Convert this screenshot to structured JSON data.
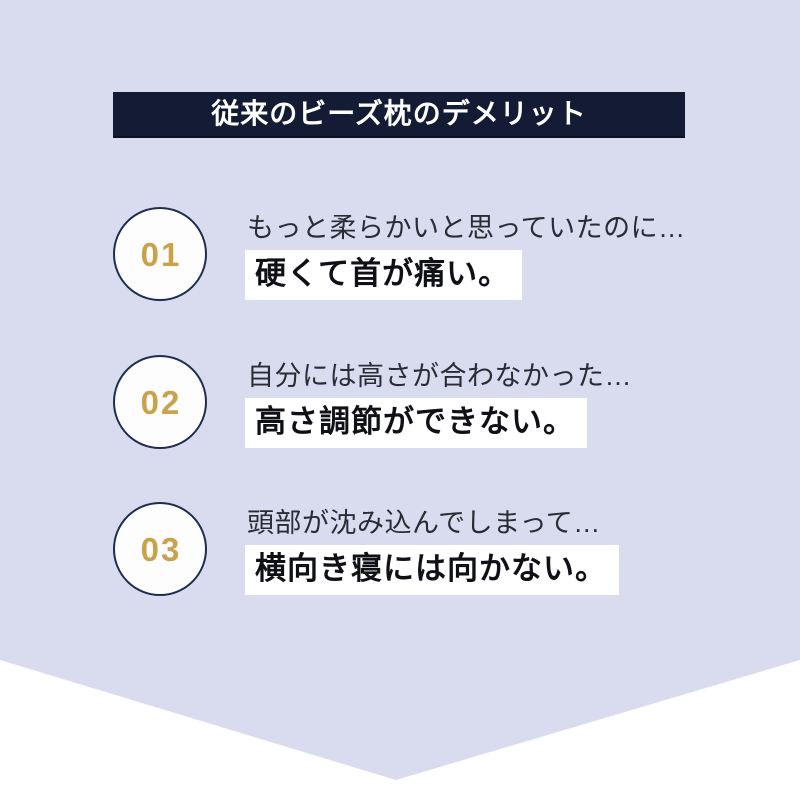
{
  "colors": {
    "bg-page": "#ffffff",
    "bg-lavender": "#d8dcee",
    "navy": "#131c34",
    "circle-border": "#1e2c50",
    "gold": "#c9a24c",
    "lead-text": "#2a2b35",
    "highlight-bg": "#ffffff",
    "highlight-text": "#101117",
    "header-text": "#ffffff"
  },
  "header": {
    "title": "従来のビーズ枕のデメリット"
  },
  "items": [
    {
      "number": "01",
      "lead": "もっと柔らかいと思っていたのに…",
      "highlight": "硬くて首が痛い。"
    },
    {
      "number": "02",
      "lead": "自分には高さが合わなかった…",
      "highlight": "高さ調節ができない。"
    },
    {
      "number": "03",
      "lead": "頭部が沈み込んでしまって…",
      "highlight": "横向き寝には向かない。"
    }
  ]
}
